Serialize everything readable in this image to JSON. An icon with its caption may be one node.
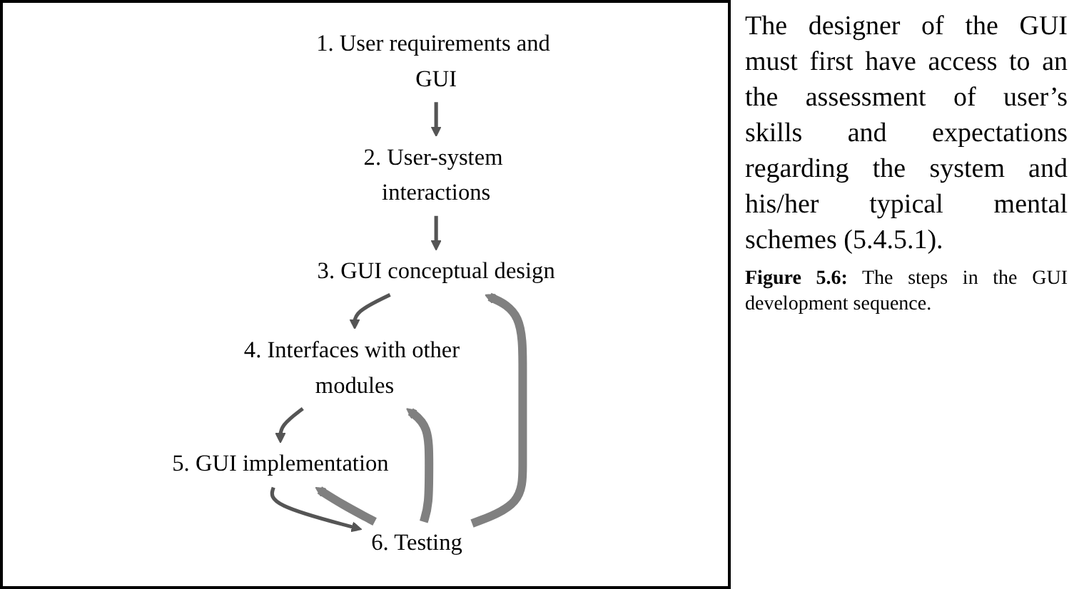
{
  "diagram": {
    "caption": "**Figure 5.6:** The steps in the GUI development sequence.",
    "nodes": [
      {
        "text": [
          "1. User requirements and GUI"
        ]
      },
      {
        "text": [
          "2. User-system interactions"
        ]
      },
      {
        "text": [
          "3. GUI conceptual design"
        ]
      },
      {
        "text": [
          "4. Interfaces with other modules"
        ]
      },
      {
        "text": [
          "5. GUI implementation"
        ]
      },
      {
        "text": [
          "6. Testing"
        ]
      }
    ],
    "edges": [
      {
        "from": 0,
        "to": 1,
        "arrow": "to"
      },
      {
        "from": 1,
        "to": 2,
        "arrow": "to"
      },
      {
        "from": 2,
        "to": 3,
        "arrow": "to"
      },
      {
        "from": 3,
        "to": 4,
        "arrow": "to"
      },
      {
        "from": 4,
        "to": 5,
        "arrow": "to"
      },
      {
        "from": 5,
        "to": 2,
        "arrow": "to",
        "style": "thick",
        "color": "#808080"
      },
      {
        "from": 5,
        "to": 3,
        "arrow": "to",
        "style": "thick",
        "color": "#808080"
      },
      {
        "from": 5,
        "to": 4,
        "arrow": "to",
        "style": "thick",
        "color": "#808080"
      }
    ],
    "labels": [
      "The designer of the GUI must first have access to an the assessment of user’s skills and expectations regarding the system and his/her typical mental schemes (5.4.5.1)."
    ]
  }
}
